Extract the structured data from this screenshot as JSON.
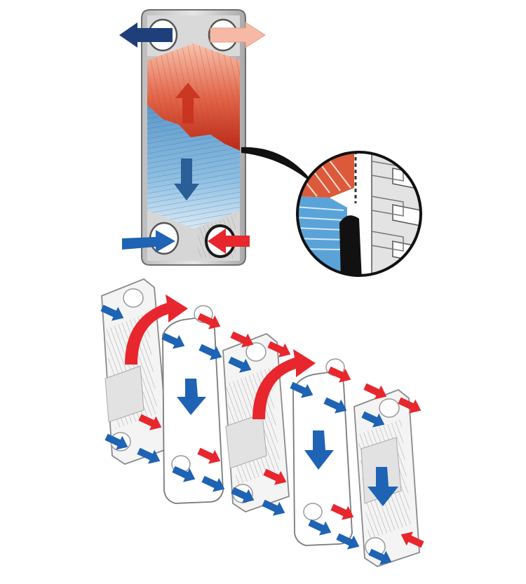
{
  "figure": {
    "background": "#ffffff",
    "colors": {
      "hot_dark": "#c8321e",
      "hot_light": "#f3a98c",
      "cold_dark": "#2f6fa8",
      "cold_light": "#9cc7e6",
      "arrow_navy": "#1f3f7a",
      "arrow_blue": "#1e63b4",
      "arrow_red": "#e8262e",
      "arrow_salmon": "#f6b9a6",
      "gasket_black": "#111111",
      "plate_gray": "#9a9a9a"
    },
    "single_plate": {
      "name": "plate-heat-exchanger-single-plate",
      "flow_arrows": [
        {
          "name": "top-left-outlet",
          "color": "arrow_navy",
          "direction": "left"
        },
        {
          "name": "top-right-outlet",
          "color": "arrow_salmon",
          "direction": "right"
        },
        {
          "name": "bottom-left-inlet",
          "color": "arrow_blue",
          "direction": "right"
        },
        {
          "name": "bottom-right-inlet",
          "color": "arrow_red",
          "direction": "left"
        },
        {
          "name": "center-up-hot",
          "color": "hot_dark",
          "direction": "up"
        },
        {
          "name": "center-down-cold",
          "color": "cold_dark",
          "direction": "down"
        }
      ]
    },
    "detail_view": {
      "name": "gasket-detail-magnifier",
      "shows": [
        "hot-channel",
        "cold-channel",
        "gasket",
        "corrugated-plates"
      ]
    },
    "plate_stack": {
      "name": "plate-stack-flow",
      "plate_count": 5
    }
  }
}
